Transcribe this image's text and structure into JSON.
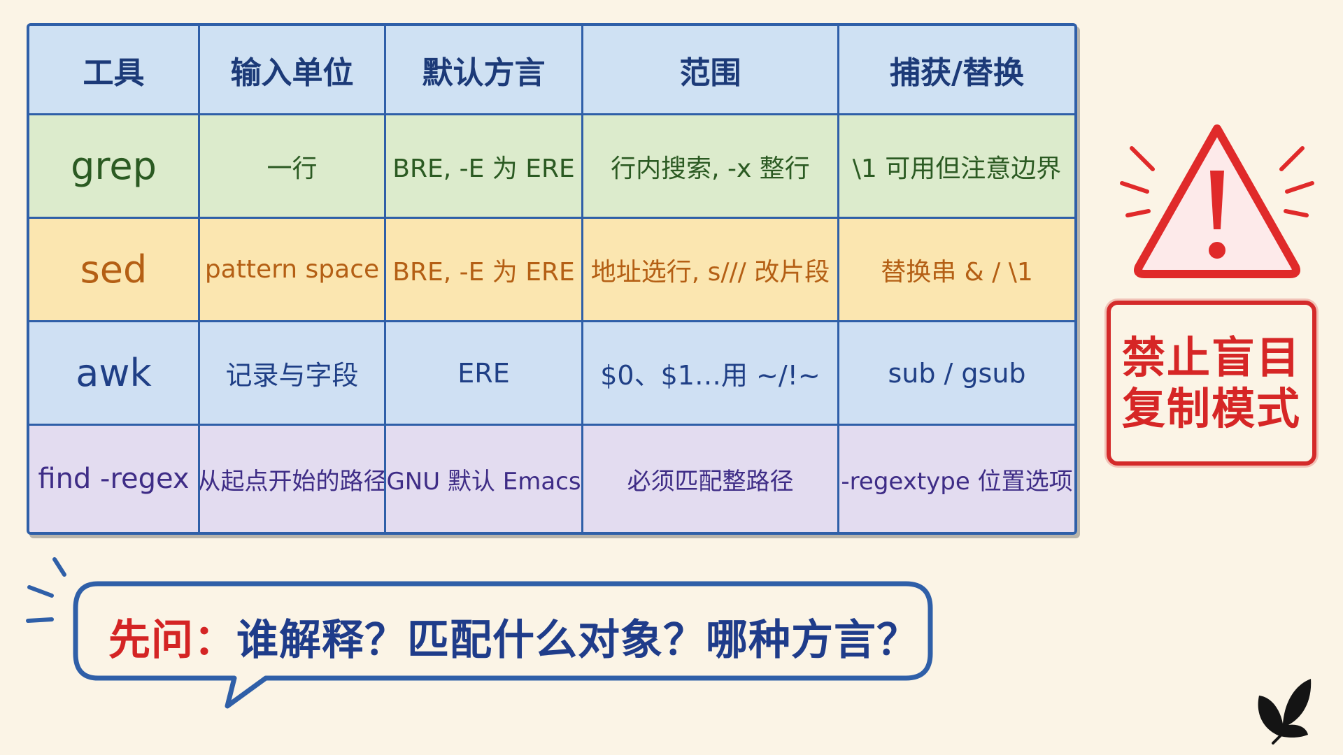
{
  "table": {
    "header": [
      "工具",
      "输入单位",
      "默认方言",
      "范围",
      "捕获/替换"
    ],
    "rows": [
      {
        "key": "grep",
        "cells": [
          "grep",
          "一行",
          "BRE, -E 为 ERE",
          "行内搜索, -x 整行",
          "\\1 可用但注意边界"
        ]
      },
      {
        "key": "sed",
        "cells": [
          "sed",
          "pattern space",
          "BRE, -E 为 ERE",
          "地址选行, s/// 改片段",
          "替换串 & / \\1"
        ]
      },
      {
        "key": "awk",
        "cells": [
          "awk",
          "记录与字段",
          "ERE",
          "$0、$1…用 ~/!~",
          "sub / gsub"
        ]
      },
      {
        "key": "find",
        "cells": [
          "find -regex",
          "从起点开始的路径",
          "GNU 默认 Emacs",
          "必须匹配整路径",
          "-regextype 位置选项"
        ]
      }
    ]
  },
  "stamp": {
    "text": "禁止盲目\n复制模式"
  },
  "bubble": {
    "lead": "先问：",
    "rest": "谁解释？匹配什么对象？哪种方言？"
  },
  "colors": {
    "accent_blue": "#2f5fa8",
    "warning_red": "#d42a2a",
    "grep_green": "#2b5a22",
    "sed_orange": "#b45f14",
    "awk_blue": "#1f3f86",
    "find_purple": "#3e2c86"
  },
  "icons": {
    "warning": "warning-triangle-icon",
    "logo": "butterfly-logo-icon"
  }
}
